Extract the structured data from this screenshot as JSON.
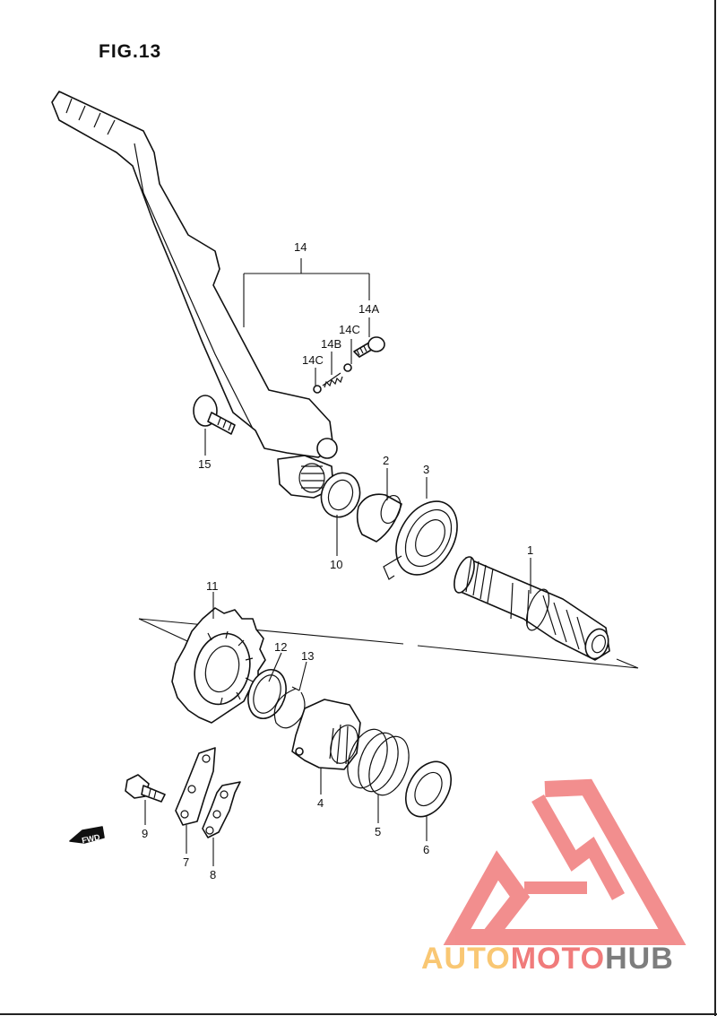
{
  "figure": {
    "title": "FIG.13"
  },
  "callouts": {
    "p1": "1",
    "p2": "2",
    "p3": "3",
    "p4": "4",
    "p5": "5",
    "p6": "6",
    "p7": "7",
    "p8": "8",
    "p9": "9",
    "p10": "10",
    "p11": "11",
    "p12": "12",
    "p13": "13",
    "p14": "14",
    "p14a": "14A",
    "p14b": "14B",
    "p14c_1": "14C",
    "p14c_2": "14C",
    "p15": "15"
  },
  "fwd_arrow": {
    "label": "FWD"
  },
  "watermark": {
    "brand_a": "AUTO",
    "brand_b": "MOTO",
    "brand_c": "HUB",
    "color_light": "#f9c773",
    "color_red": "#f07b7b",
    "color_gray": "#7d7d7d"
  },
  "colors": {
    "line": "#111111",
    "background": "#ffffff",
    "logo": "#f07b7b"
  }
}
